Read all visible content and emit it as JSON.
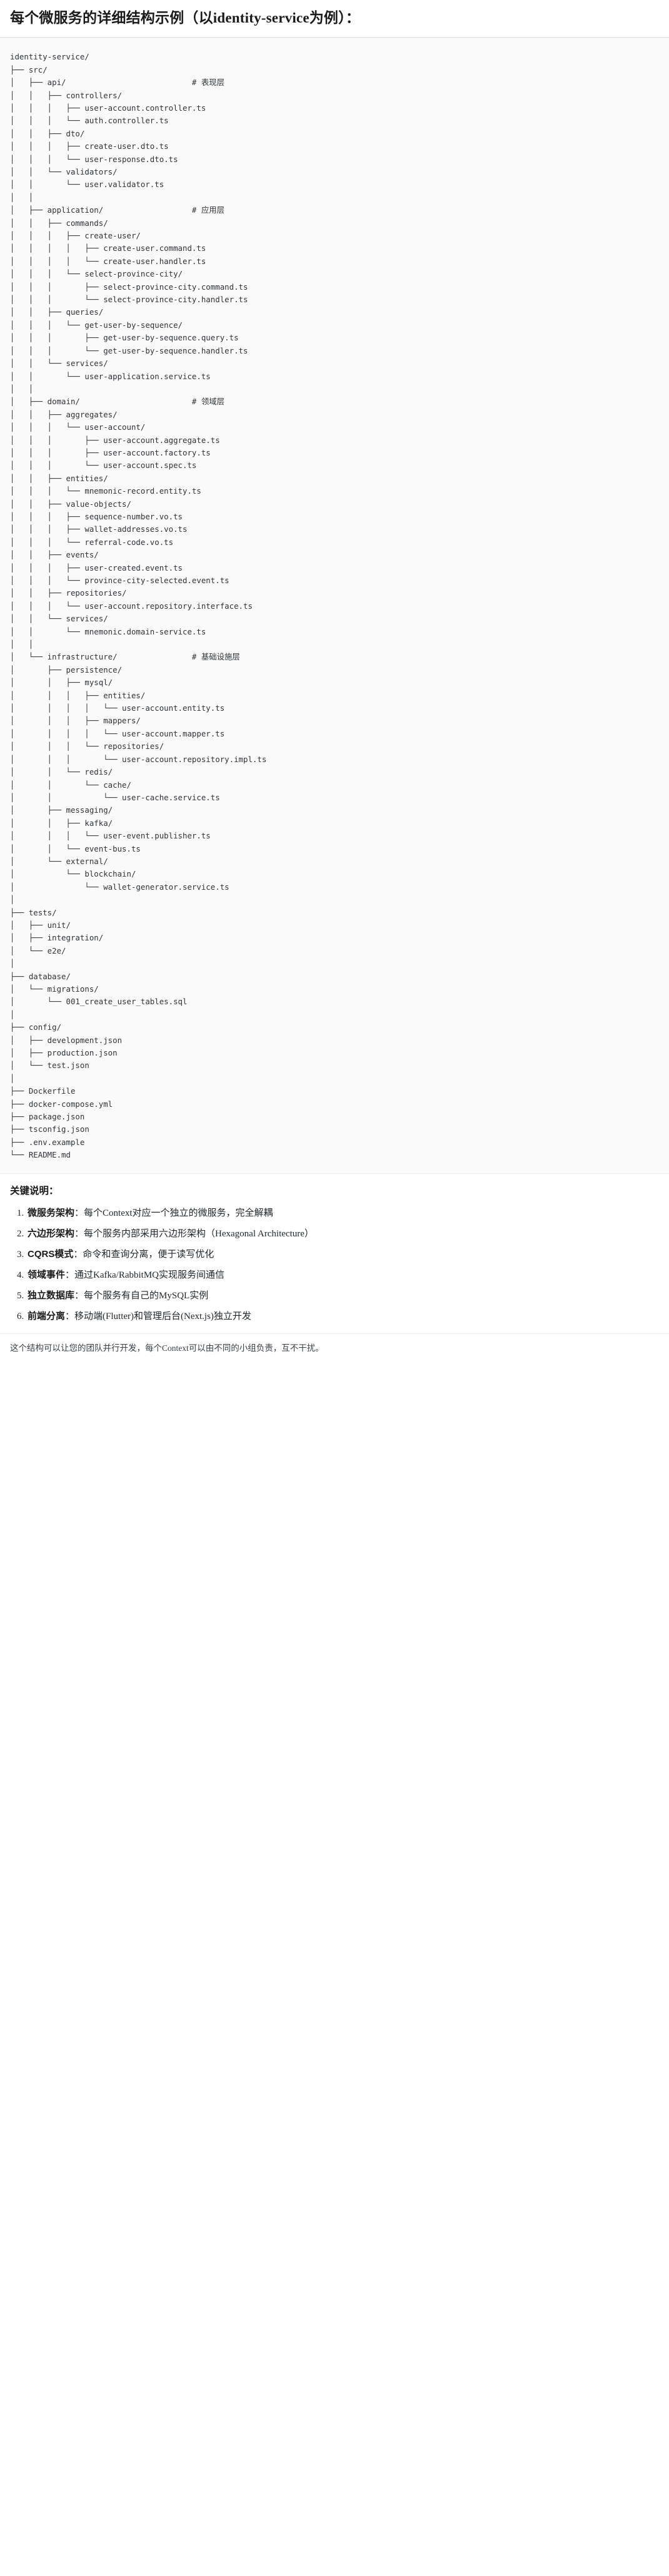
{
  "document": {
    "title": "每个微服务的详细结构示例（以identity-service为例）："
  },
  "code_block": {
    "language": "text",
    "content": "identity-service/\n├── src/\n│   ├── api/                           # 表现层\n│   │   ├── controllers/\n│   │   │   ├── user-account.controller.ts\n│   │   │   └── auth.controller.ts\n│   │   ├── dto/\n│   │   │   ├── create-user.dto.ts\n│   │   │   └── user-response.dto.ts\n│   │   └── validators/\n│   │       └── user.validator.ts\n│   │\n│   ├── application/                   # 应用层\n│   │   ├── commands/\n│   │   │   ├── create-user/\n│   │   │   │   ├── create-user.command.ts\n│   │   │   │   └── create-user.handler.ts\n│   │   │   └── select-province-city/\n│   │   │       ├── select-province-city.command.ts\n│   │   │       └── select-province-city.handler.ts\n│   │   ├── queries/\n│   │   │   └── get-user-by-sequence/\n│   │   │       ├── get-user-by-sequence.query.ts\n│   │   │       └── get-user-by-sequence.handler.ts\n│   │   └── services/\n│   │       └── user-application.service.ts\n│   │\n│   ├── domain/                        # 领域层\n│   │   ├── aggregates/\n│   │   │   └── user-account/\n│   │   │       ├── user-account.aggregate.ts\n│   │   │       ├── user-account.factory.ts\n│   │   │       └── user-account.spec.ts\n│   │   ├── entities/\n│   │   │   └── mnemonic-record.entity.ts\n│   │   ├── value-objects/\n│   │   │   ├── sequence-number.vo.ts\n│   │   │   ├── wallet-addresses.vo.ts\n│   │   │   └── referral-code.vo.ts\n│   │   ├── events/\n│   │   │   ├── user-created.event.ts\n│   │   │   └── province-city-selected.event.ts\n│   │   ├── repositories/\n│   │   │   └── user-account.repository.interface.ts\n│   │   └── services/\n│   │       └── mnemonic.domain-service.ts\n│   │\n│   └── infrastructure/                # 基础设施层\n│       ├── persistence/\n│       │   ├── mysql/\n│       │   │   ├── entities/\n│       │   │   │   └── user-account.entity.ts\n│       │   │   ├── mappers/\n│       │   │   │   └── user-account.mapper.ts\n│       │   │   └── repositories/\n│       │   │       └── user-account.repository.impl.ts\n│       │   └── redis/\n│       │       └── cache/\n│       │           └── user-cache.service.ts\n│       ├── messaging/\n│       │   ├── kafka/\n│       │   │   └── user-event.publisher.ts\n│       │   └── event-bus.ts\n│       └── external/\n│           └── blockchain/\n│               └── wallet-generator.service.ts\n│\n├── tests/\n│   ├── unit/\n│   ├── integration/\n│   └── e2e/\n│\n├── database/\n│   └── migrations/\n│       └── 001_create_user_tables.sql\n│\n├── config/\n│   ├── development.json\n│   ├── production.json\n│   └── test.json\n│\n├── Dockerfile\n├── docker-compose.yml\n├── package.json\n├── tsconfig.json\n├── .env.example\n└── README.md"
  },
  "notes": {
    "heading": "关键说明：",
    "items": [
      {
        "bold": "微服务架构",
        "text": "：每个Context对应一个独立的微服务，完全解耦"
      },
      {
        "bold": "六边形架构",
        "text": "：每个服务内部采用六边形架构（Hexagonal Architecture）"
      },
      {
        "bold": "CQRS模式",
        "text": "：命令和查询分离，便于读写优化"
      },
      {
        "bold": "领域事件",
        "text": "：通过Kafka/RabbitMQ实现服务间通信"
      },
      {
        "bold": "独立数据库",
        "text": "：每个服务有自己的MySQL实例"
      },
      {
        "bold": "前端分离",
        "text": "：移动端(Flutter)和管理后台(Next.js)独立开发"
      }
    ],
    "closing": "这个结构可以让您的团队并行开发，每个Context可以由不同的小组负责，互不干扰。"
  }
}
